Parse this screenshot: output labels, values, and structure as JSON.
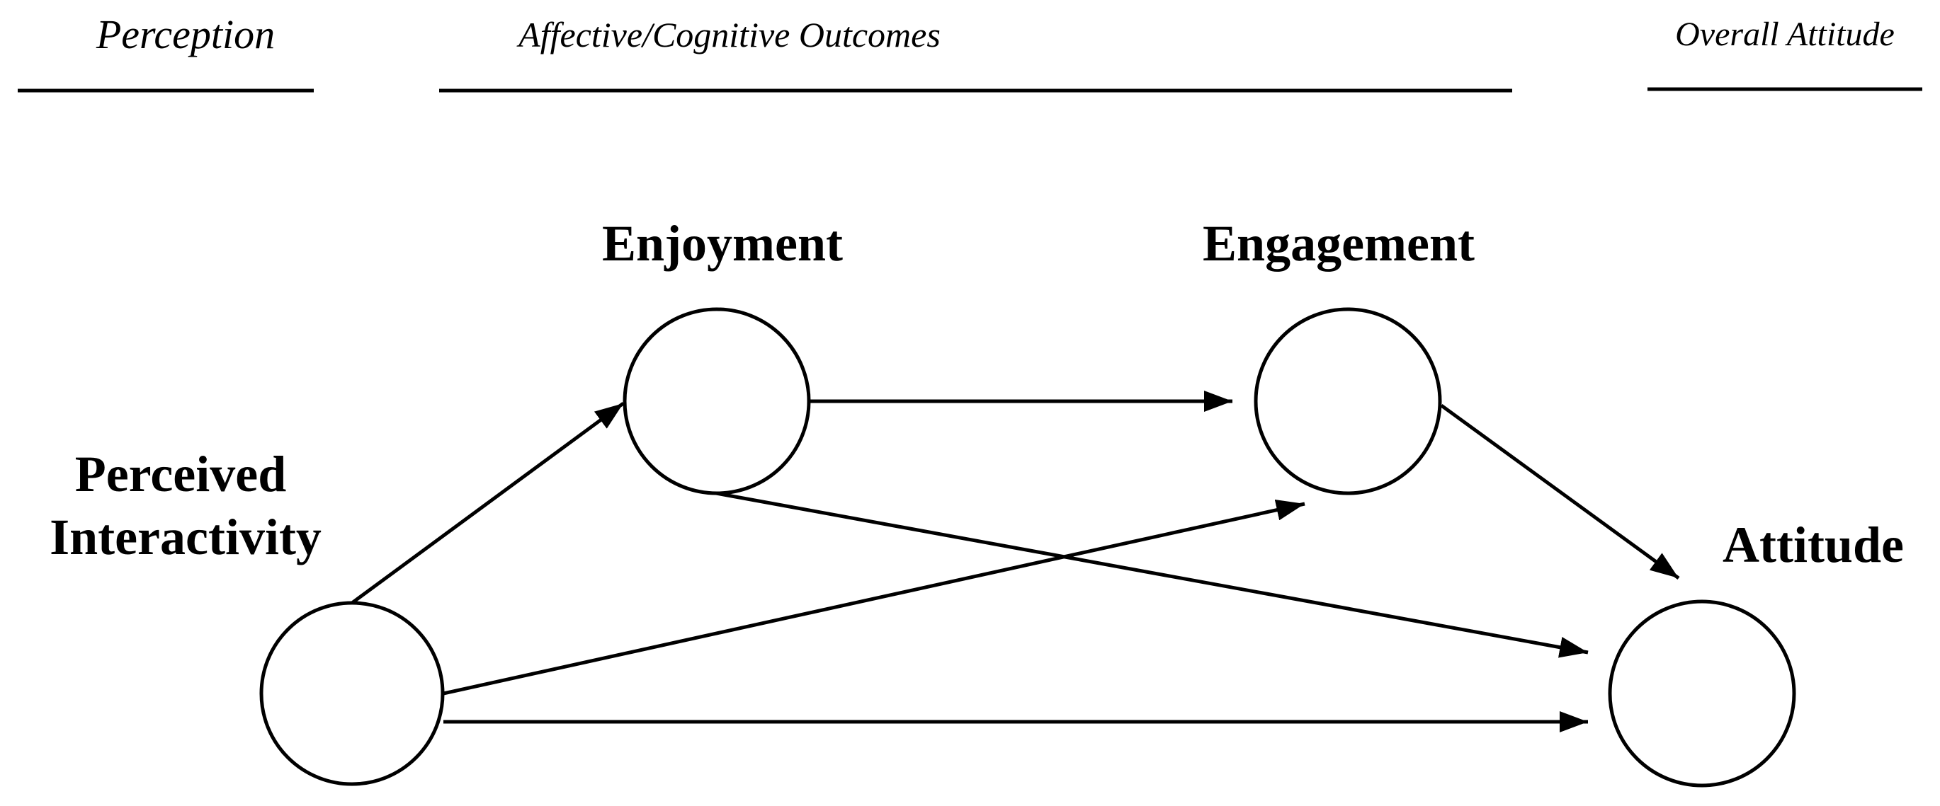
{
  "sections": [
    {
      "key": "perception",
      "label": "Perception"
    },
    {
      "key": "outcomes",
      "label": "Affective/Cognitive Outcomes"
    },
    {
      "key": "overall",
      "label": "Overall Attitude"
    }
  ],
  "nodes": {
    "perceived_interactivity": {
      "label_line1": "Perceived",
      "label_line2": "Interactivity"
    },
    "enjoyment": {
      "label": "Enjoyment"
    },
    "engagement": {
      "label": "Engagement"
    },
    "attitude": {
      "label": "Attitude"
    }
  },
  "edges": [
    {
      "from": "perceived_interactivity",
      "to": "enjoyment"
    },
    {
      "from": "perceived_interactivity",
      "to": "engagement"
    },
    {
      "from": "perceived_interactivity",
      "to": "attitude"
    },
    {
      "from": "enjoyment",
      "to": "engagement"
    },
    {
      "from": "enjoyment",
      "to": "attitude"
    },
    {
      "from": "engagement",
      "to": "attitude"
    }
  ],
  "colors": {
    "stroke": "#000000",
    "fill": "#ffffff"
  }
}
